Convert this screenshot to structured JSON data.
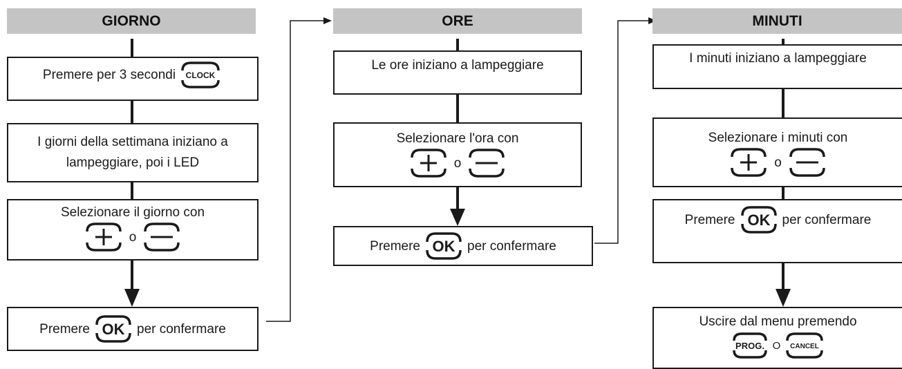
{
  "columns": {
    "giorno": {
      "title": "GIORNO",
      "step1_text": "Premere per 3 secondi",
      "step1_button": "CLOCK",
      "step2_text": "I giorni della settimana iniziano a lampeggiare, poi i LED",
      "step3_text": "Selezionare il giorno con",
      "or": "o",
      "step4_pre": "Premere",
      "step4_button": "OK",
      "step4_post": "per confermare"
    },
    "ore": {
      "title": "ORE",
      "step1_text": "Le ore iniziano a lampeggiare",
      "step2_text": "Selezionare l'ora con",
      "or": "o",
      "step3_pre": "Premere",
      "step3_button": "OK",
      "step3_post": "per confermare"
    },
    "minuti": {
      "title": "MINUTI",
      "step1_text": "I minuti iniziano a lampeggiare",
      "step2_text": "Selezionare i minuti con",
      "or": "o",
      "step3_pre": "Premere",
      "step3_button": "OK",
      "step3_post": "per confermare",
      "step4_text": "Uscire dal menu premendo",
      "step4_button1": "PROG.",
      "step4_or": "O",
      "step4_button2": "CANCEL"
    }
  },
  "colors": {
    "header_bg": "#c4c4c4",
    "line": "#1a1a1a"
  },
  "icons": [
    "clock-button-icon",
    "plus-button-icon",
    "minus-button-icon",
    "ok-button-icon",
    "prog-button-icon",
    "cancel-button-icon"
  ]
}
